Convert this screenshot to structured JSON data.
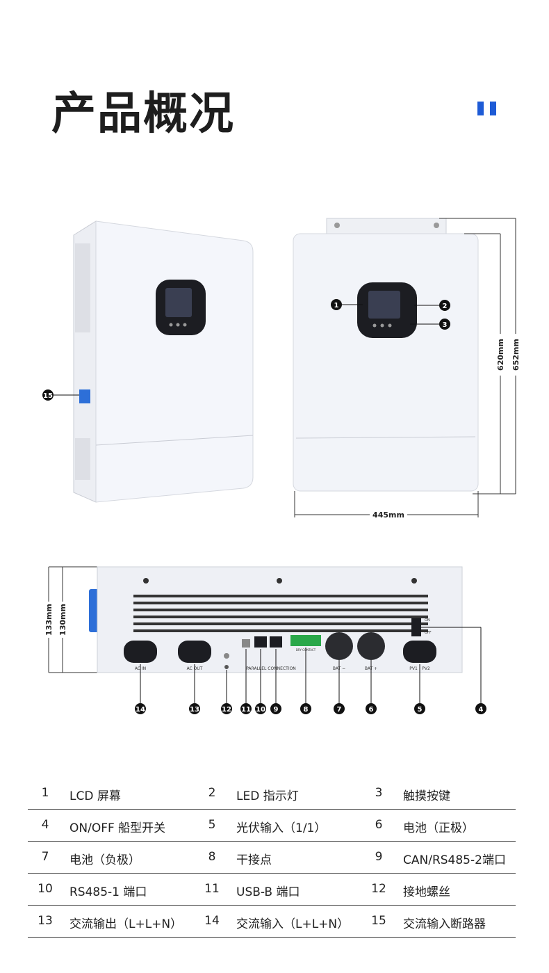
{
  "page": {
    "title": "产品概况",
    "accent_color": "#1e5bd6"
  },
  "dimensions": {
    "height_inner": "620mm",
    "height_outer": "652mm",
    "width": "445mm",
    "depth_outer": "133mm",
    "depth_inner": "130mm"
  },
  "bottom_labels": {
    "ac_in": "AC IN",
    "ac_out": "AC OUT",
    "parallel": "PARALLEL CONNECTION",
    "bat_neg": "BAT −",
    "bat_pos": "BAT +",
    "pv1": "PV1",
    "pv2": "PV2",
    "on": "ON",
    "off": "OFF",
    "dry_contact": "DRY CONTACT"
  },
  "callouts": {
    "c1": "1",
    "c2": "2",
    "c3": "3",
    "c4": "4",
    "c5": "5",
    "c6": "6",
    "c7": "7",
    "c8": "8",
    "c9": "9",
    "c10": "10",
    "c11": "11",
    "c12": "12",
    "c13": "13",
    "c14": "14",
    "c15": "15"
  },
  "legend": [
    [
      {
        "num": "1",
        "label": "LCD 屏幕"
      },
      {
        "num": "2",
        "label": "LED 指示灯"
      },
      {
        "num": "3",
        "label": "触摸按键"
      }
    ],
    [
      {
        "num": "4",
        "label": "ON/OFF 船型开关"
      },
      {
        "num": "5",
        "label": "光伏输入（1/1）"
      },
      {
        "num": "6",
        "label": "电池（正极）"
      }
    ],
    [
      {
        "num": "7",
        "label": "电池（负极）"
      },
      {
        "num": "8",
        "label": "干接点"
      },
      {
        "num": "9",
        "label": "CAN/RS485-2端口"
      }
    ],
    [
      {
        "num": "10",
        "label": "RS485-1 端口"
      },
      {
        "num": "11",
        "label": "USB-B 端口"
      },
      {
        "num": "12",
        "label": "接地螺丝"
      }
    ],
    [
      {
        "num": "13",
        "label": "交流输出（L+L+N）"
      },
      {
        "num": "14",
        "label": "交流输入（L+L+N）"
      },
      {
        "num": "15",
        "label": "交流输入断路器"
      }
    ]
  ]
}
